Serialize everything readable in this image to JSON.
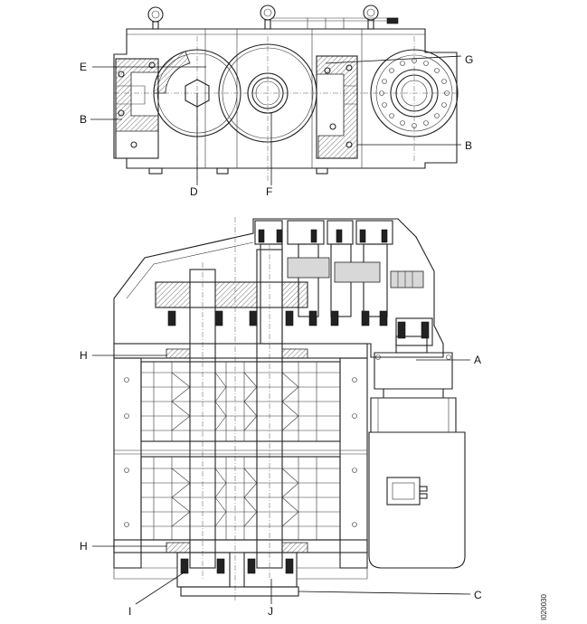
{
  "labels": {
    "A": "A",
    "B_left": "B",
    "B_right": "B",
    "C": "C",
    "D": "D",
    "E": "E",
    "F": "F",
    "G": "G",
    "H_top": "H",
    "H_bottom": "H",
    "I": "I",
    "J": "J"
  },
  "drawing_code": "I020030"
}
